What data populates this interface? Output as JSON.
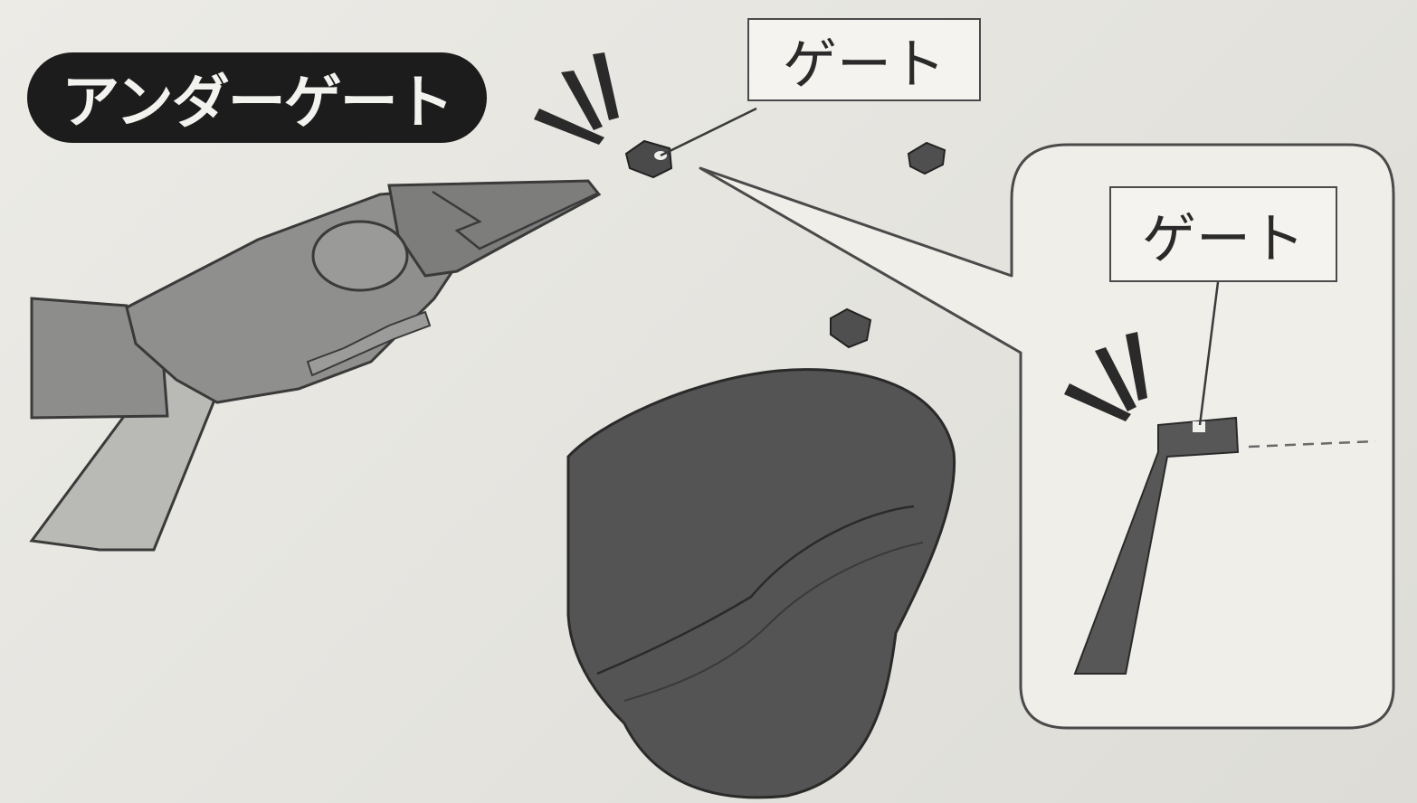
{
  "title": "アンダーゲート",
  "labels": {
    "gate_main": "ゲート",
    "gate_detail": "ゲート"
  },
  "colors": {
    "background": "#e6e5e0",
    "part_fill": "#545454",
    "nipper_body": "#8a8a8a",
    "nipper_handle": "#b9b9b6",
    "outline": "#3a3a3a",
    "pill": "#1c1c1c"
  },
  "icons": [
    "nipper",
    "gate-nub",
    "cut-fragment",
    "curved-part",
    "detail-callout",
    "impact-burst-icon"
  ]
}
